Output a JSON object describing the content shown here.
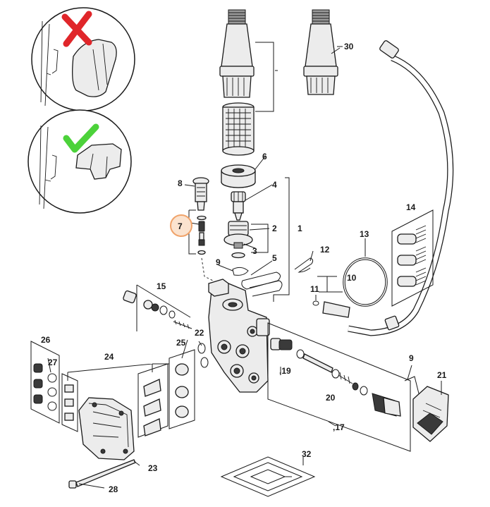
{
  "callouts": {
    "c1": "1",
    "c2": "2",
    "c3": "3",
    "c4": "4",
    "c5": "5",
    "c6": "6",
    "c7": "7",
    "c8": "8",
    "c9a": "9",
    "c9b": "9",
    "c10": "10",
    "c11": "11",
    "c12": "12",
    "c13": "13",
    "c14": "14",
    "c15": "15",
    "c17": ",17",
    "c19": ",19",
    "c20": "20",
    "c21": "21",
    "c22": "22",
    "c23": "23",
    "c24": "24",
    "c25": "25",
    "c26": "26",
    "c27": "27",
    "c28": "28",
    "c30": "30",
    "c32": "32"
  },
  "highlight": {
    "part": "7",
    "color": "#f0a36a",
    "fill": "#fbe3cf"
  },
  "status_colors": {
    "wrong": "#e0262a",
    "correct": "#4cd23a"
  },
  "icons": {
    "wrong": "cross-mark-icon",
    "correct": "check-mark-icon"
  }
}
